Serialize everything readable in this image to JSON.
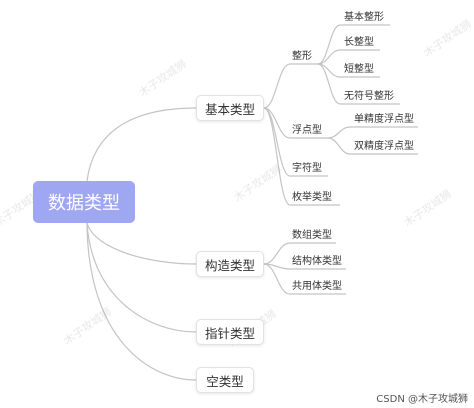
{
  "root": "数据类型",
  "categories": {
    "basic": "基本类型",
    "construct": "构造类型",
    "pointer": "指针类型",
    "void": "空类型"
  },
  "basic_children": {
    "integer": "整形",
    "float": "浮点型",
    "char": "字符型",
    "enum": "枚举类型"
  },
  "integer_children": [
    "基本整形",
    "长整型",
    "短整型",
    "无符号整形"
  ],
  "float_children": [
    "单精度浮点型",
    "双精度浮点型"
  ],
  "construct_children": [
    "数组类型",
    "结构体类型",
    "共用体类型"
  ],
  "watermark": "木子攻城狮",
  "footer": "CSDN @木子攻城狮",
  "colors": {
    "root_fill": "#9fa7f2",
    "line": "#c4c4c4",
    "text": "#333333"
  }
}
